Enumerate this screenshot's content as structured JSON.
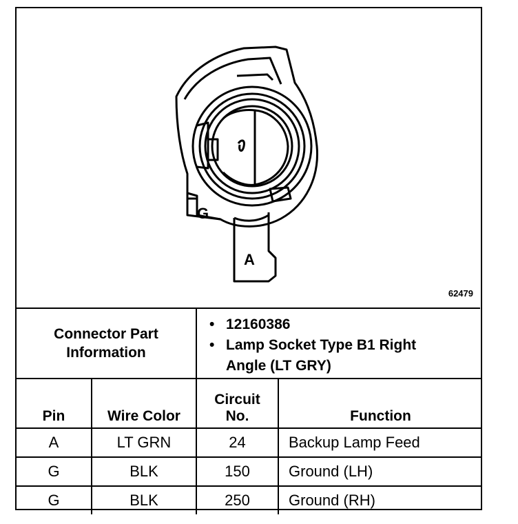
{
  "figure": {
    "pin_labels": [
      "G",
      "A"
    ],
    "figure_number": "62479"
  },
  "info": {
    "label_line1": "Connector Part",
    "label_line2": "Information",
    "items": [
      "12160386",
      "Lamp Socket Type B1 Right",
      "Angle (LT GRY)"
    ]
  },
  "table": {
    "headers": {
      "pin": "Pin",
      "wire_color": "Wire Color",
      "circuit_line1": "Circuit",
      "circuit_line2": "No.",
      "function": "Function"
    },
    "rows": [
      {
        "pin": "A",
        "wire_color": "LT GRN",
        "circuit": "24",
        "function": "Backup Lamp Feed"
      },
      {
        "pin": "G",
        "wire_color": "BLK",
        "circuit": "150",
        "function": "Ground (LH)"
      },
      {
        "pin": "G",
        "wire_color": "BLK",
        "circuit": "250",
        "function": "Ground (RH)"
      }
    ]
  }
}
